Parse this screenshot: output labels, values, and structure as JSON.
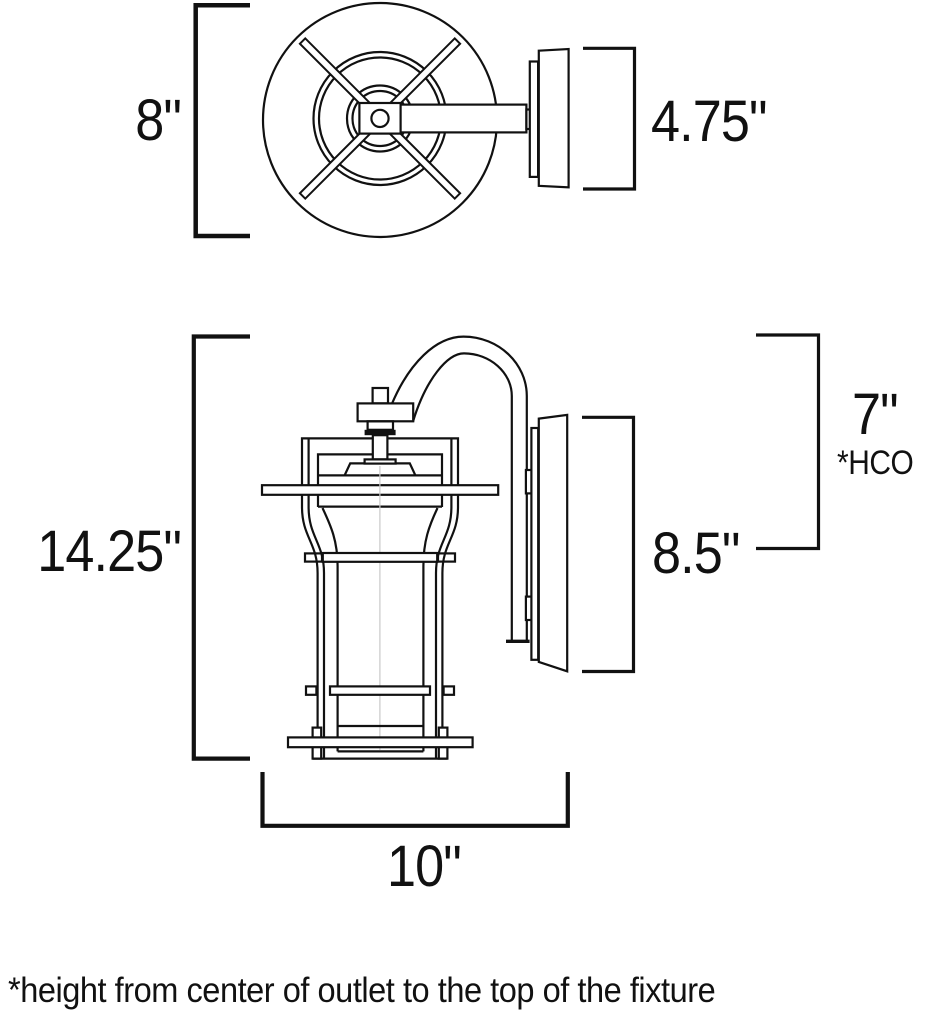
{
  "diagram": {
    "subject": "wall-mounted outdoor lantern sconce line drawing",
    "views": [
      "top view",
      "front view"
    ],
    "line_color": "#111111",
    "background_color": "#ffffff"
  },
  "labels": {
    "top_view_height": "8\"",
    "backplate_depth": "4.75\"",
    "fixture_height": "14.25\"",
    "backplate_height": "8.5\"",
    "outlet_height": "7\"",
    "outlet_height_note": "*HCO",
    "fixture_width": "10\"",
    "footnote": "*height from center of outlet to the top of the fixture"
  }
}
